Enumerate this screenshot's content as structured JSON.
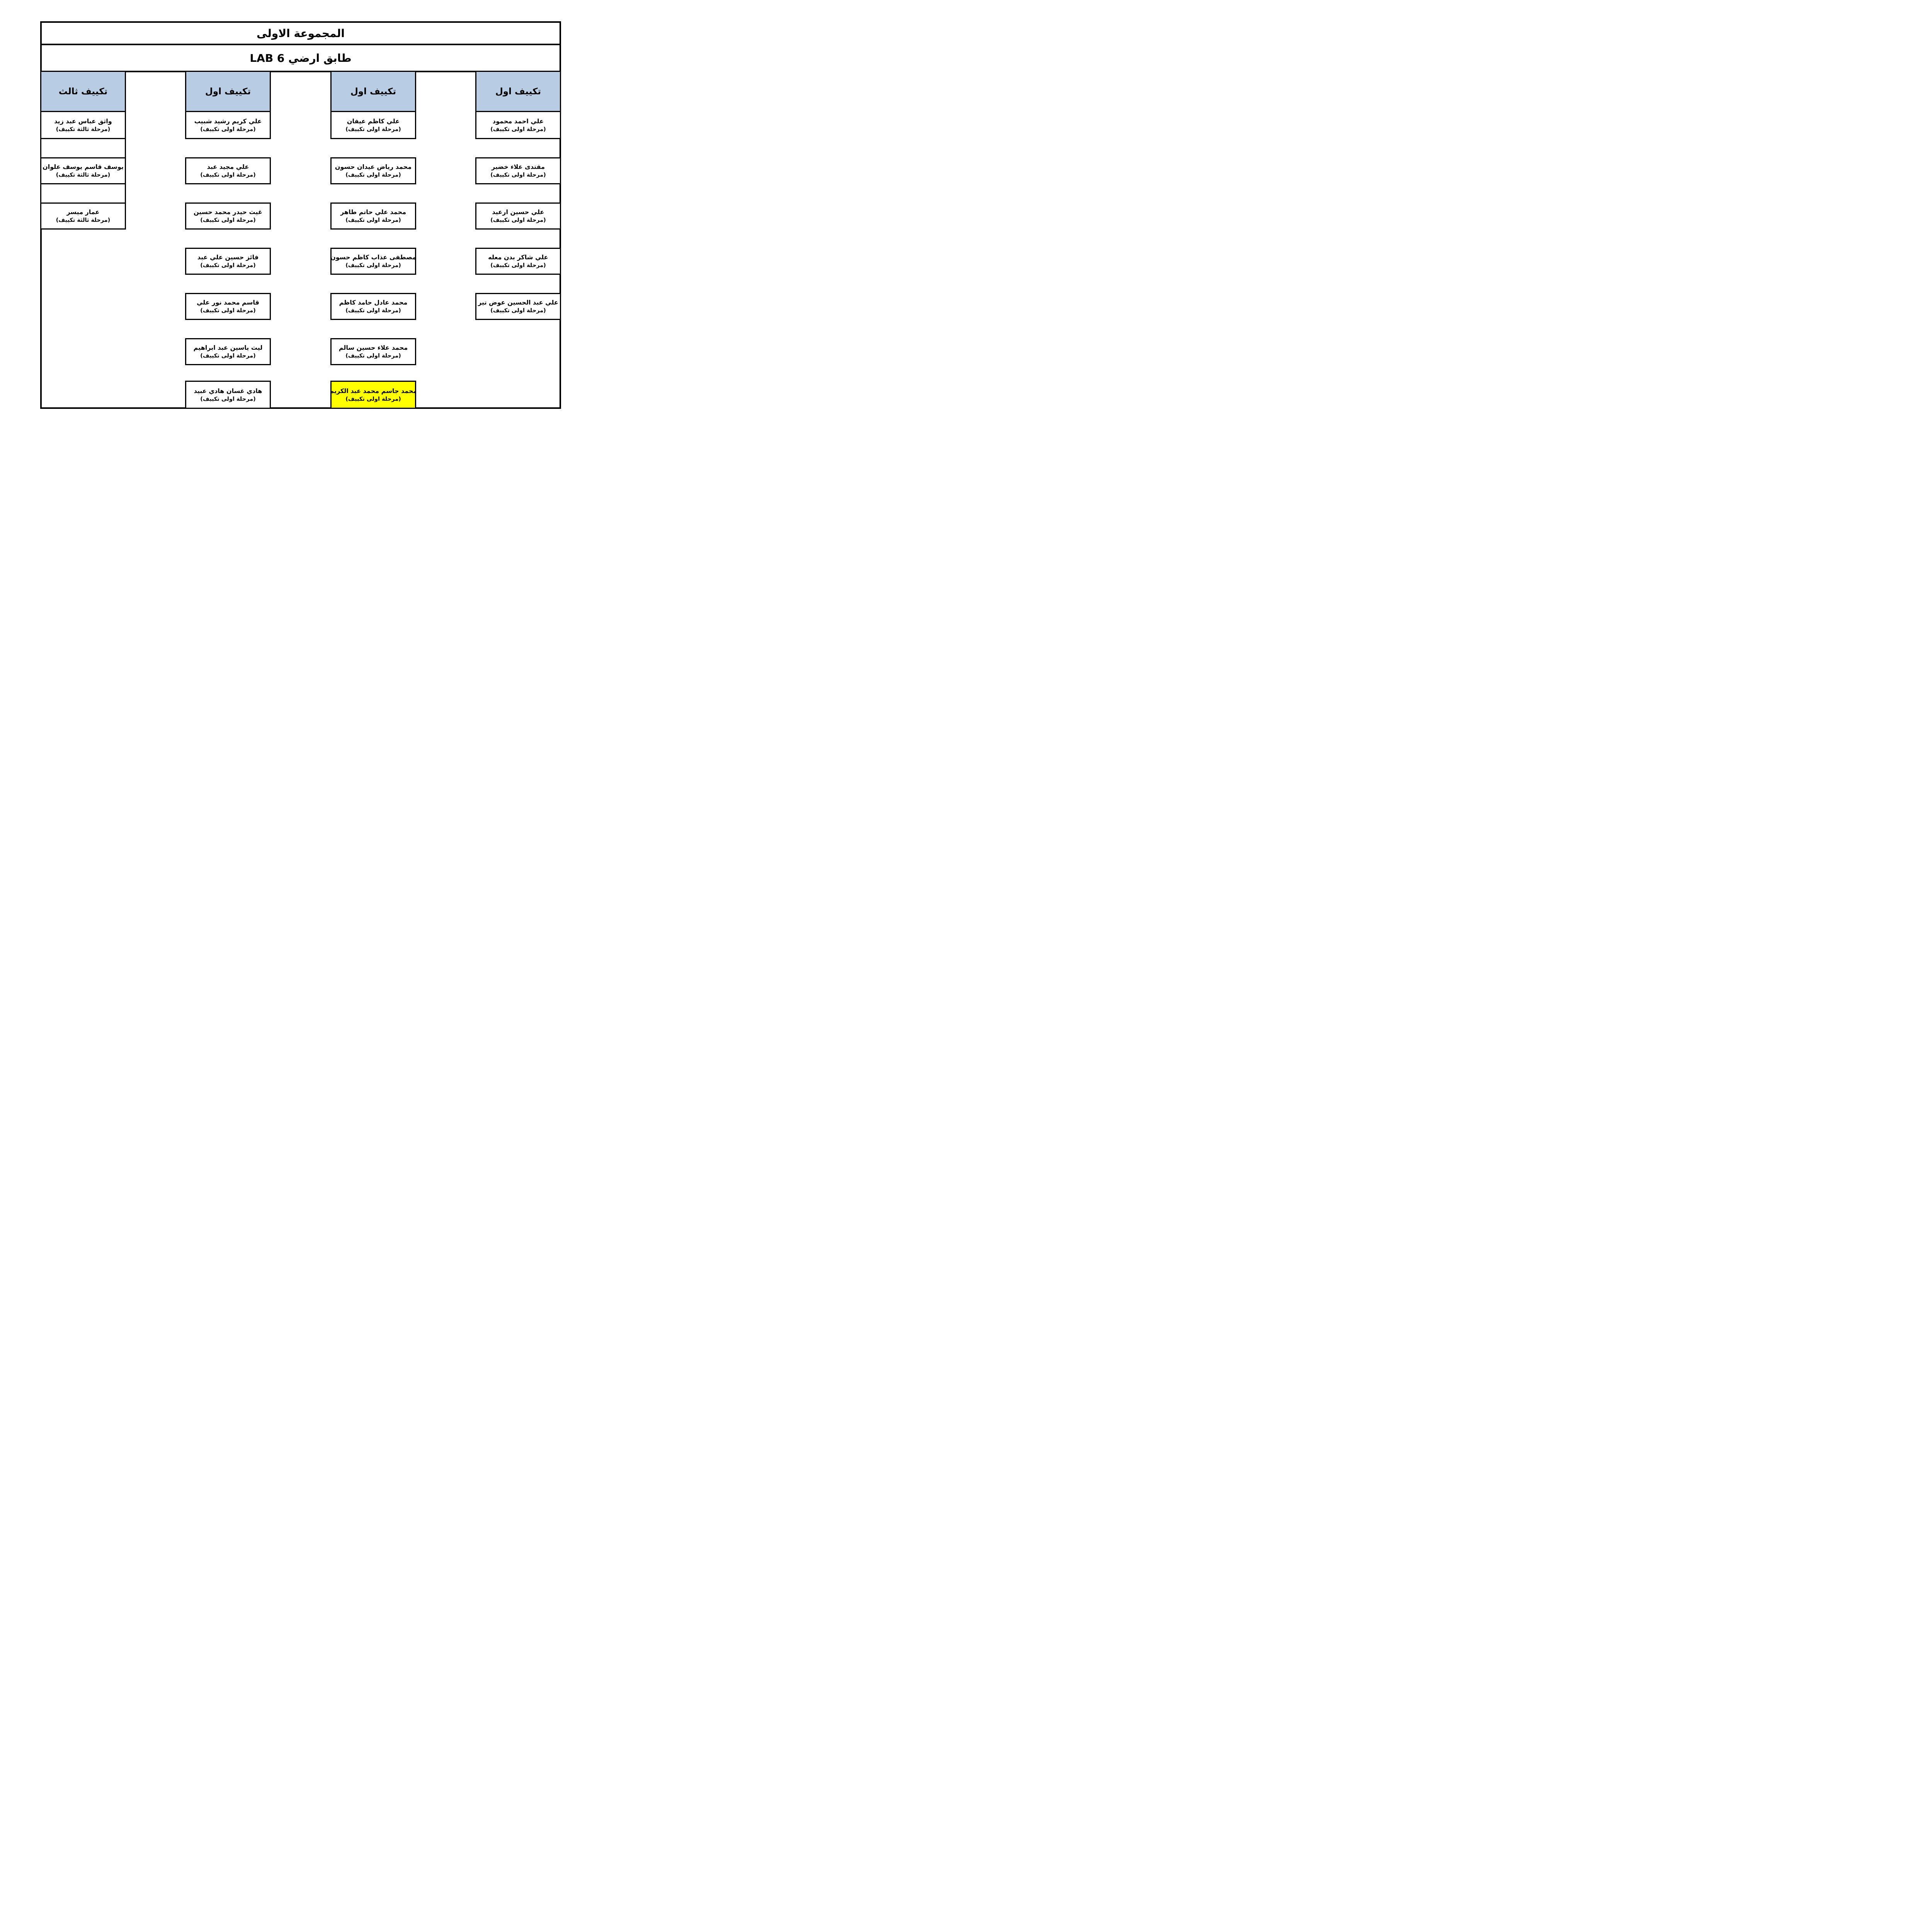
{
  "page": {
    "title": "المجموعة الاولى",
    "subtitle": "طابق ارضي LAB 6"
  },
  "colors": {
    "header_bg": "#B8CCE4",
    "highlight_bg": "#FFFF00",
    "border": "#000000",
    "page_bg": "#FFFFFF"
  },
  "columns": [
    {
      "id": "col-1",
      "header": "تكييف ثالث",
      "has_spacer_cells": true,
      "students": [
        {
          "name": "واثق عباس عبد زيد",
          "stage": "(مرحلة ثالثة تكييف)",
          "highlight": false
        },
        {
          "name": "يوسف قاسم يوسف علوان",
          "stage": "(مرحلة ثالثة تكييف)",
          "highlight": false
        },
        {
          "name": "عمار ميسر",
          "stage": "(مرحلة ثالثة تكييف)",
          "highlight": false
        }
      ]
    },
    {
      "id": "col-2",
      "header": "تكييف اول",
      "has_spacer_cells": false,
      "students": [
        {
          "name": "علي كريم رشيد شبيب",
          "stage": "(مرحلة اولى تكييف)",
          "highlight": false
        },
        {
          "name": "علي مجيد عبد",
          "stage": "(مرحلة اولى تكييف)",
          "highlight": false
        },
        {
          "name": "غيث حيدر محمد حسين",
          "stage": "(مرحلة اولى تكييف)",
          "highlight": false
        },
        {
          "name": "فائز حسين علي عبد",
          "stage": "(مرحلة اولى تكييف)",
          "highlight": false
        },
        {
          "name": "قاسم محمد نور علي",
          "stage": "(مرحلة اولى تكييف)",
          "highlight": false
        },
        {
          "name": "ليث ياسين عبد ابراهيم",
          "stage": "(مرحلة اولى تكييف)",
          "highlight": false
        },
        {
          "name": "هادي غسان هادي عبيد",
          "stage": "(مرحلة اولى تكييف)",
          "highlight": false
        }
      ]
    },
    {
      "id": "col-3",
      "header": "تكييف اول",
      "has_spacer_cells": false,
      "students": [
        {
          "name": "علي كاظم عيفان",
          "stage": "(مرحلة اولى تكييف)",
          "highlight": false
        },
        {
          "name": "محمد رياض عيدان حسون",
          "stage": "(مرحلة اولى تكييف)",
          "highlight": false
        },
        {
          "name": "محمد علي حاتم طاهر",
          "stage": "(مرحلة اولى تكييف)",
          "highlight": false
        },
        {
          "name": "مصطفى عذاب كاظم حسون",
          "stage": "(مرحلة اولى تكييف)",
          "highlight": false
        },
        {
          "name": "محمد عادل حامد كاظم",
          "stage": "(مرحلة اولى تكييف)",
          "highlight": false
        },
        {
          "name": "محمد علاء حسين سالم",
          "stage": "(مرحلة اولى تكييف)",
          "highlight": false
        },
        {
          "name": "محمد جاسم محمد عبد الكريم",
          "stage": "(مرحلة اولى تكييف)",
          "highlight": true
        }
      ]
    },
    {
      "id": "col-4",
      "header": "تكييف اول",
      "has_spacer_cells": false,
      "students": [
        {
          "name": "علي احمد محمود",
          "stage": "(مرحلة اولى تكييف)",
          "highlight": false
        },
        {
          "name": "مقتدى علاء خضير",
          "stage": "(مرحلة اولى تكييف)",
          "highlight": false
        },
        {
          "name": "علي حسين ارعيد",
          "stage": "(مرحلة اولى تكييف)",
          "highlight": false
        },
        {
          "name": "علي شاكر بدن معله",
          "stage": "(مرحلة اولى تكييف)",
          "highlight": false
        },
        {
          "name": "علي عبد الحسين عوض تير",
          "stage": "(مرحلة اولى تكييف)",
          "highlight": false
        }
      ]
    }
  ]
}
